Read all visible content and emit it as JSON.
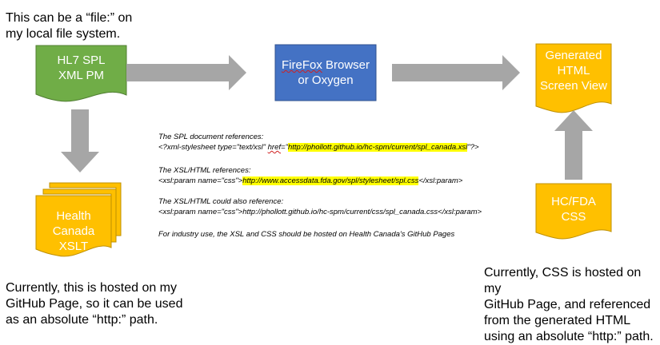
{
  "notes": {
    "top_left": [
      "This can be a “file:” on",
      "my local file system."
    ],
    "bottom_left": [
      "Currently, this is hosted on my",
      "GitHub Page, so it can be used",
      "as an absolute “http:” path."
    ],
    "bottom_right": [
      "Currently, CSS is hosted on my",
      "GitHub Page, and referenced",
      "from the generated HTML",
      "using an absolute “http:” path."
    ]
  },
  "shapes": {
    "hl7": [
      "HL7 SPL",
      "XML PM"
    ],
    "browser": {
      "firefox": "FireFox",
      "rest": " Browser",
      "line2": "or Oxygen"
    },
    "generated": [
      "Generated",
      "HTML",
      "Screen View"
    ],
    "xslt": [
      "Health",
      "Canada",
      "XSLT"
    ],
    "css": [
      "HC/FDA",
      "CSS"
    ]
  },
  "refs": {
    "spl_heading": "The SPL document references:",
    "spl_pre": "<?xml-stylesheet type=\"text/xsl\" ",
    "spl_href": "href",
    "spl_eq": "=\"",
    "spl_url": "http://phollott.github.io/hc-spm/current/spl_canada.xsl",
    "spl_post": "\"?>",
    "xsl_heading": "The XSL/HTML references:",
    "xsl_pre": "<xsl:param name=\"css\">",
    "xsl_url": "http://www.accessdata.fda.gov/spl/stylesheet/spl.css",
    "xsl_post": "</xsl:param>",
    "also_heading": "The XSL/HTML could also reference:",
    "also_line": "<xsl:param name=\"css\">http://phollott.github.io/hc-spm/current/css/spl_canada.css</xsl:param>",
    "industry": "For industry use, the XSL and CSS should be hosted on Health Canada's GitHub Pages"
  },
  "colors": {
    "green": "#70ad47",
    "blue": "#4472c4",
    "gold": "#ffc000",
    "arrow": "#a6a6a6",
    "highlight": "#ffff00"
  }
}
